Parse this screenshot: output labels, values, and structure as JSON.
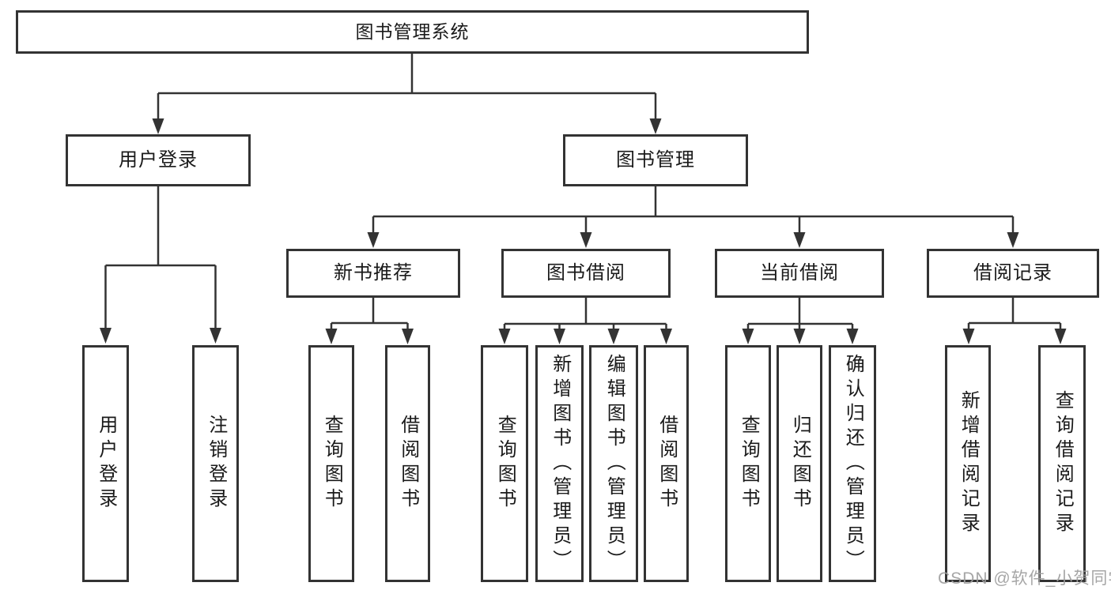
{
  "root": {
    "label": "图书管理系统"
  },
  "branches": {
    "user_login": {
      "label": "用户登录",
      "children": [
        "用户登录",
        "注销登录"
      ]
    },
    "book_management": {
      "label": "图书管理",
      "children": [
        {
          "label": "新书推荐",
          "children": [
            "查询图书",
            "借阅图书"
          ]
        },
        {
          "label": "图书借阅",
          "children": [
            "查询图书",
            "新增图书（管理员）",
            "编辑图书（管理员）",
            "借阅图书"
          ]
        },
        {
          "label": "当前借阅",
          "children": [
            "查询图书",
            "归还图书",
            "确认归还（管理员）"
          ]
        },
        {
          "label": "借阅记录",
          "children": [
            "新增借阅记录",
            "查询借阅记录"
          ]
        }
      ]
    }
  },
  "watermark": "CSDN @软件_小贺同学",
  "colors": {
    "line": "#333333",
    "text": "#1a1a1a",
    "box_background": "#ffffff",
    "watermark": "#9e9e9e"
  }
}
